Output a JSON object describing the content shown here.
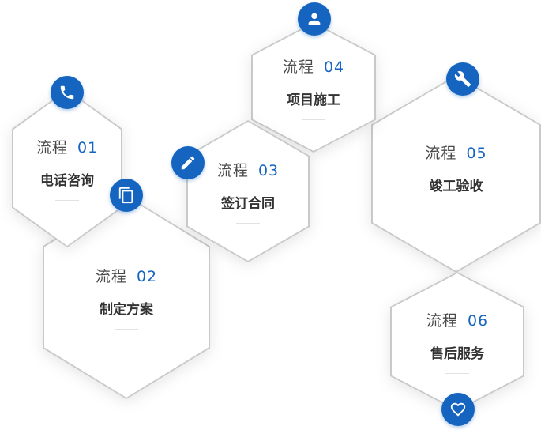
{
  "colors": {
    "accent": "#1565c0",
    "border": "#c9c9c9",
    "text": "#333333"
  },
  "steps": [
    {
      "prefix": "流程",
      "number": "01",
      "label": "电话咨询",
      "icon": "phone-icon"
    },
    {
      "prefix": "流程",
      "number": "02",
      "label": "制定方案",
      "icon": "documents-icon"
    },
    {
      "prefix": "流程",
      "number": "03",
      "label": "签订合同",
      "icon": "contract-pen-icon"
    },
    {
      "prefix": "流程",
      "number": "04",
      "label": "项目施工",
      "icon": "worker-icon"
    },
    {
      "prefix": "流程",
      "number": "05",
      "label": "竣工验收",
      "icon": "drill-icon"
    },
    {
      "prefix": "流程",
      "number": "06",
      "label": "售后服务",
      "icon": "heart-icon"
    }
  ]
}
